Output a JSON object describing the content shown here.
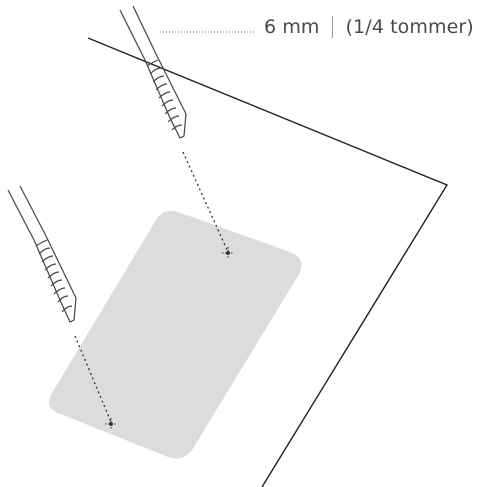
{
  "annotation": {
    "size_metric": "6 mm",
    "size_imperial": "(1/4 tommer)"
  },
  "icons": {
    "drill_bit": "drill-bit-icon",
    "drill_mark": "drill-point-mark"
  },
  "colors": {
    "line": "#222222",
    "plate_fill": "#dcdcdc",
    "bit_outline": "#444444",
    "leader": "#777777"
  }
}
